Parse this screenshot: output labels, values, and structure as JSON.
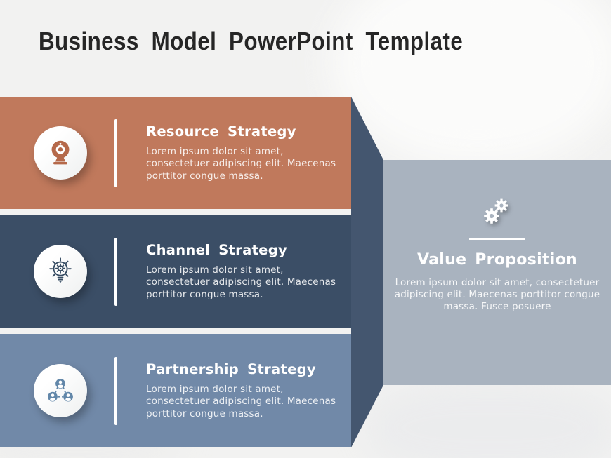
{
  "slide": {
    "title": "Business Model PowerPoint Template"
  },
  "palette": {
    "background": "#f2f2f1",
    "title_text": "#262626",
    "resource_bar": "#c0795c",
    "channel_bar": "#3b4e66",
    "partnership_bar": "#7189a8",
    "spine_panel": "#44566f",
    "value_box": "#a9b3bf",
    "heading_text": "#ffffff",
    "body_text": "rgba(255,255,255,0.9)"
  },
  "bars": [
    {
      "heading": "Resource Strategy",
      "body": "Lorem ipsum dolor sit amet, consectetuer adipiscing elit. Maecenas porttitor congue massa.",
      "icon": "webcam-icon",
      "color": "#c0795c",
      "icon_color": "#b5694a"
    },
    {
      "heading": "Channel Strategy",
      "body": "Lorem ipsum dolor sit amet, consectetuer adipiscing elit. Maecenas porttitor congue massa.",
      "icon": "lightbulb-gear-icon",
      "color": "#3b4e66",
      "icon_color": "#344a61"
    },
    {
      "heading": "Partnership Strategy",
      "body": "Lorem ipsum dolor sit amet, consectetuer adipiscing elit. Maecenas porttitor congue massa.",
      "icon": "team-network-icon",
      "color": "#7189a8",
      "icon_color": "#6287a9"
    }
  ],
  "value_proposition": {
    "heading": "Value Proposition",
    "body": "Lorem ipsum dolor sit amet, consectetuer adipiscing elit. Maecenas porttitor congue massa. Fusce posuere",
    "icon": "gears-icon"
  }
}
